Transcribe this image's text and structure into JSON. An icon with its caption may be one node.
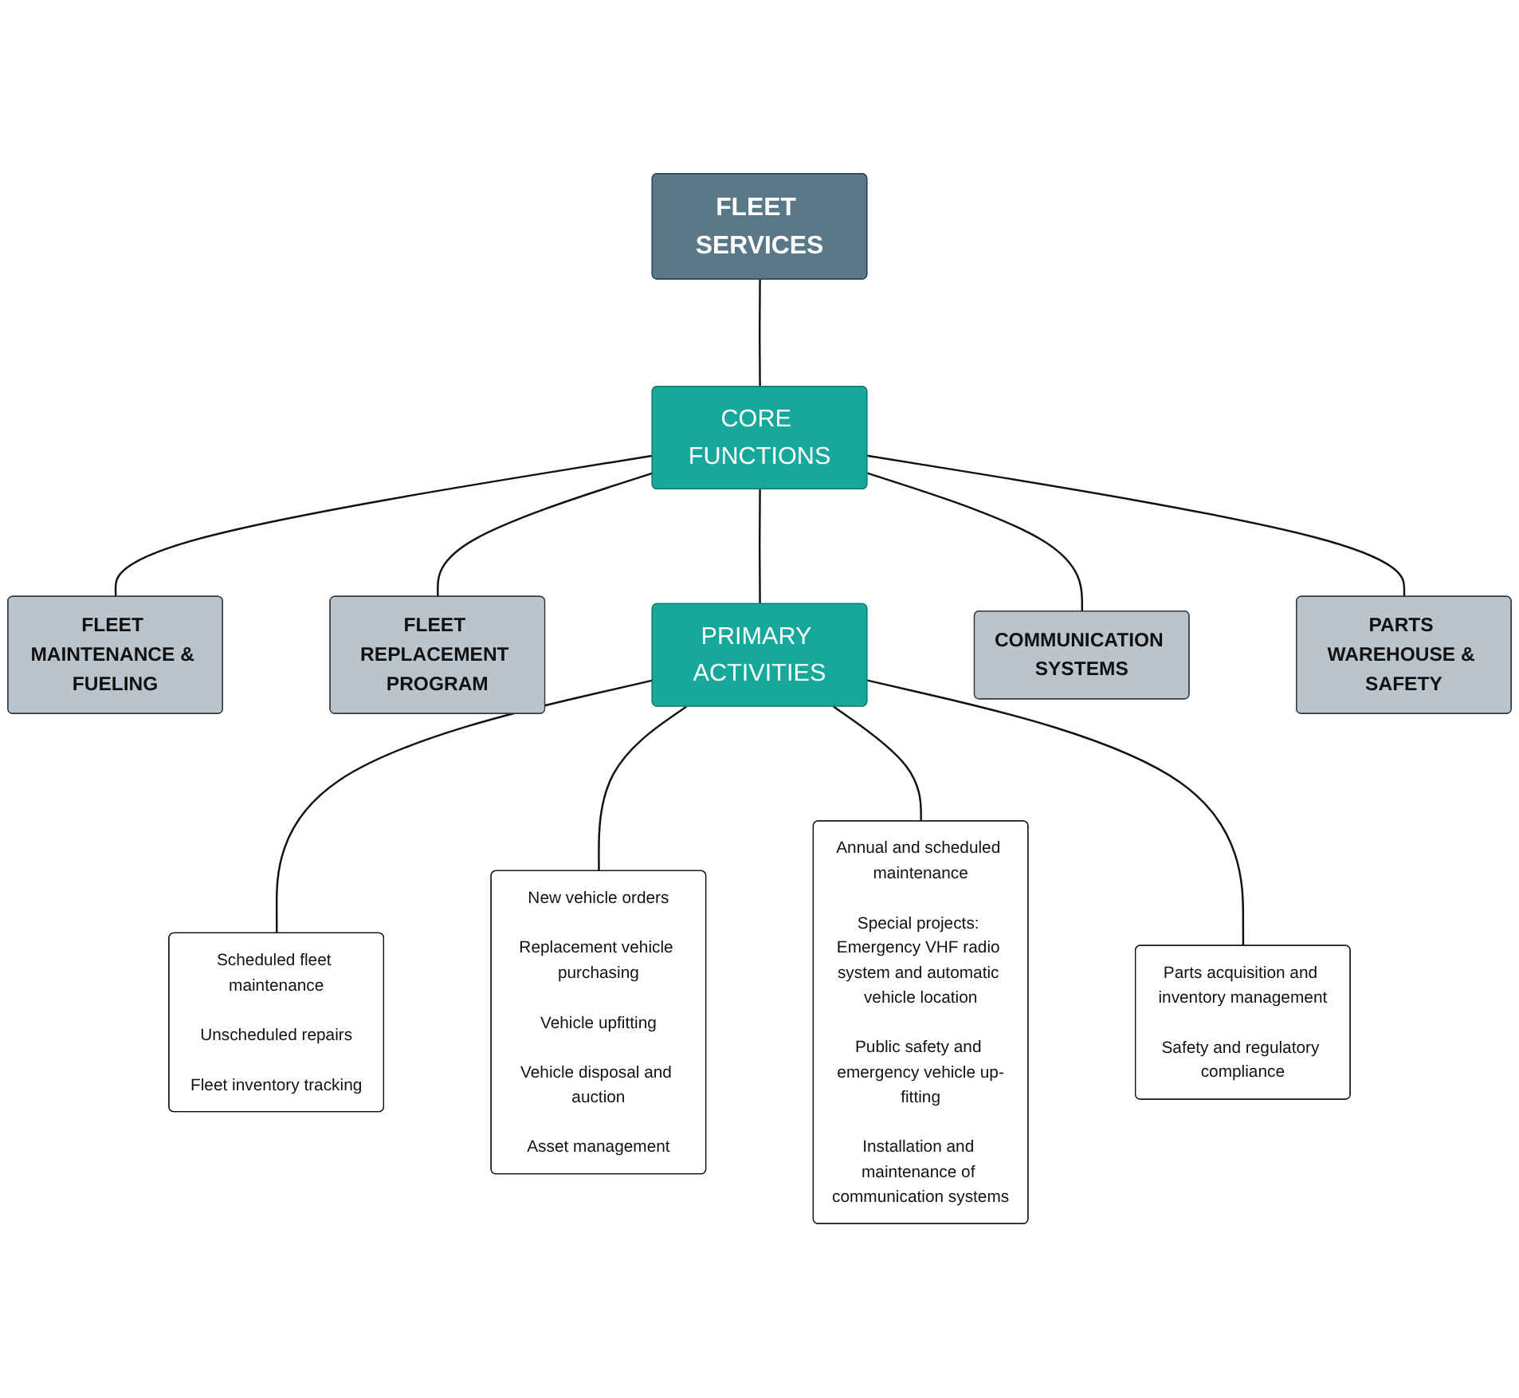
{
  "diagram": {
    "nodes": [
      {
        "text": [
          "FLEET SERVICES"
        ]
      },
      {
        "text": [
          "CORE FUNCTIONS"
        ]
      },
      {
        "text": [
          "FLEET MAINTENANCE & FUELING"
        ]
      },
      {
        "text": [
          "FLEET REPLACEMENT PROGRAM"
        ]
      },
      {
        "text": [
          "COMMUNICATION SYSTEMS"
        ]
      },
      {
        "text": [
          "PARTS WAREHOUSE & SAFETY"
        ]
      },
      {
        "text": [
          "PRIMARY ACTIVITIES"
        ]
      },
      {
        "text": [
          "Scheduled fleet maintenance",
          "Unscheduled repairs",
          "Fleet inventory tracking"
        ]
      },
      {
        "text": [
          "New vehicle orders",
          "Replacement vehicle purchasing",
          "Vehicle upfitting",
          "Vehicle disposal and auction",
          "Asset management"
        ]
      },
      {
        "text": [
          "Annual and scheduled maintenance",
          "Special projects: Emergency VHF radio system and automatic vehicle location",
          "Public safety and emergency vehicle up-fitting",
          "Installation and maintenance of communication systems"
        ]
      },
      {
        "text": [
          "Parts acquisition and inventory management",
          "Safety and regulatory compliance"
        ]
      }
    ],
    "edges": [
      {
        "from": 0,
        "to": 1,
        "arrow": "none"
      },
      {
        "from": 1,
        "to": 2,
        "arrow": "none"
      },
      {
        "from": 1,
        "to": 3,
        "arrow": "none"
      },
      {
        "from": 1,
        "to": 4,
        "arrow": "none"
      },
      {
        "from": 1,
        "to": 5,
        "arrow": "none"
      },
      {
        "from": 1,
        "to": 6,
        "arrow": "none"
      },
      {
        "from": 6,
        "to": 7,
        "arrow": "none"
      },
      {
        "from": 6,
        "to": 8,
        "arrow": "none"
      },
      {
        "from": 6,
        "to": 9,
        "arrow": "none"
      },
      {
        "from": 6,
        "to": 10,
        "arrow": "none"
      }
    ]
  }
}
